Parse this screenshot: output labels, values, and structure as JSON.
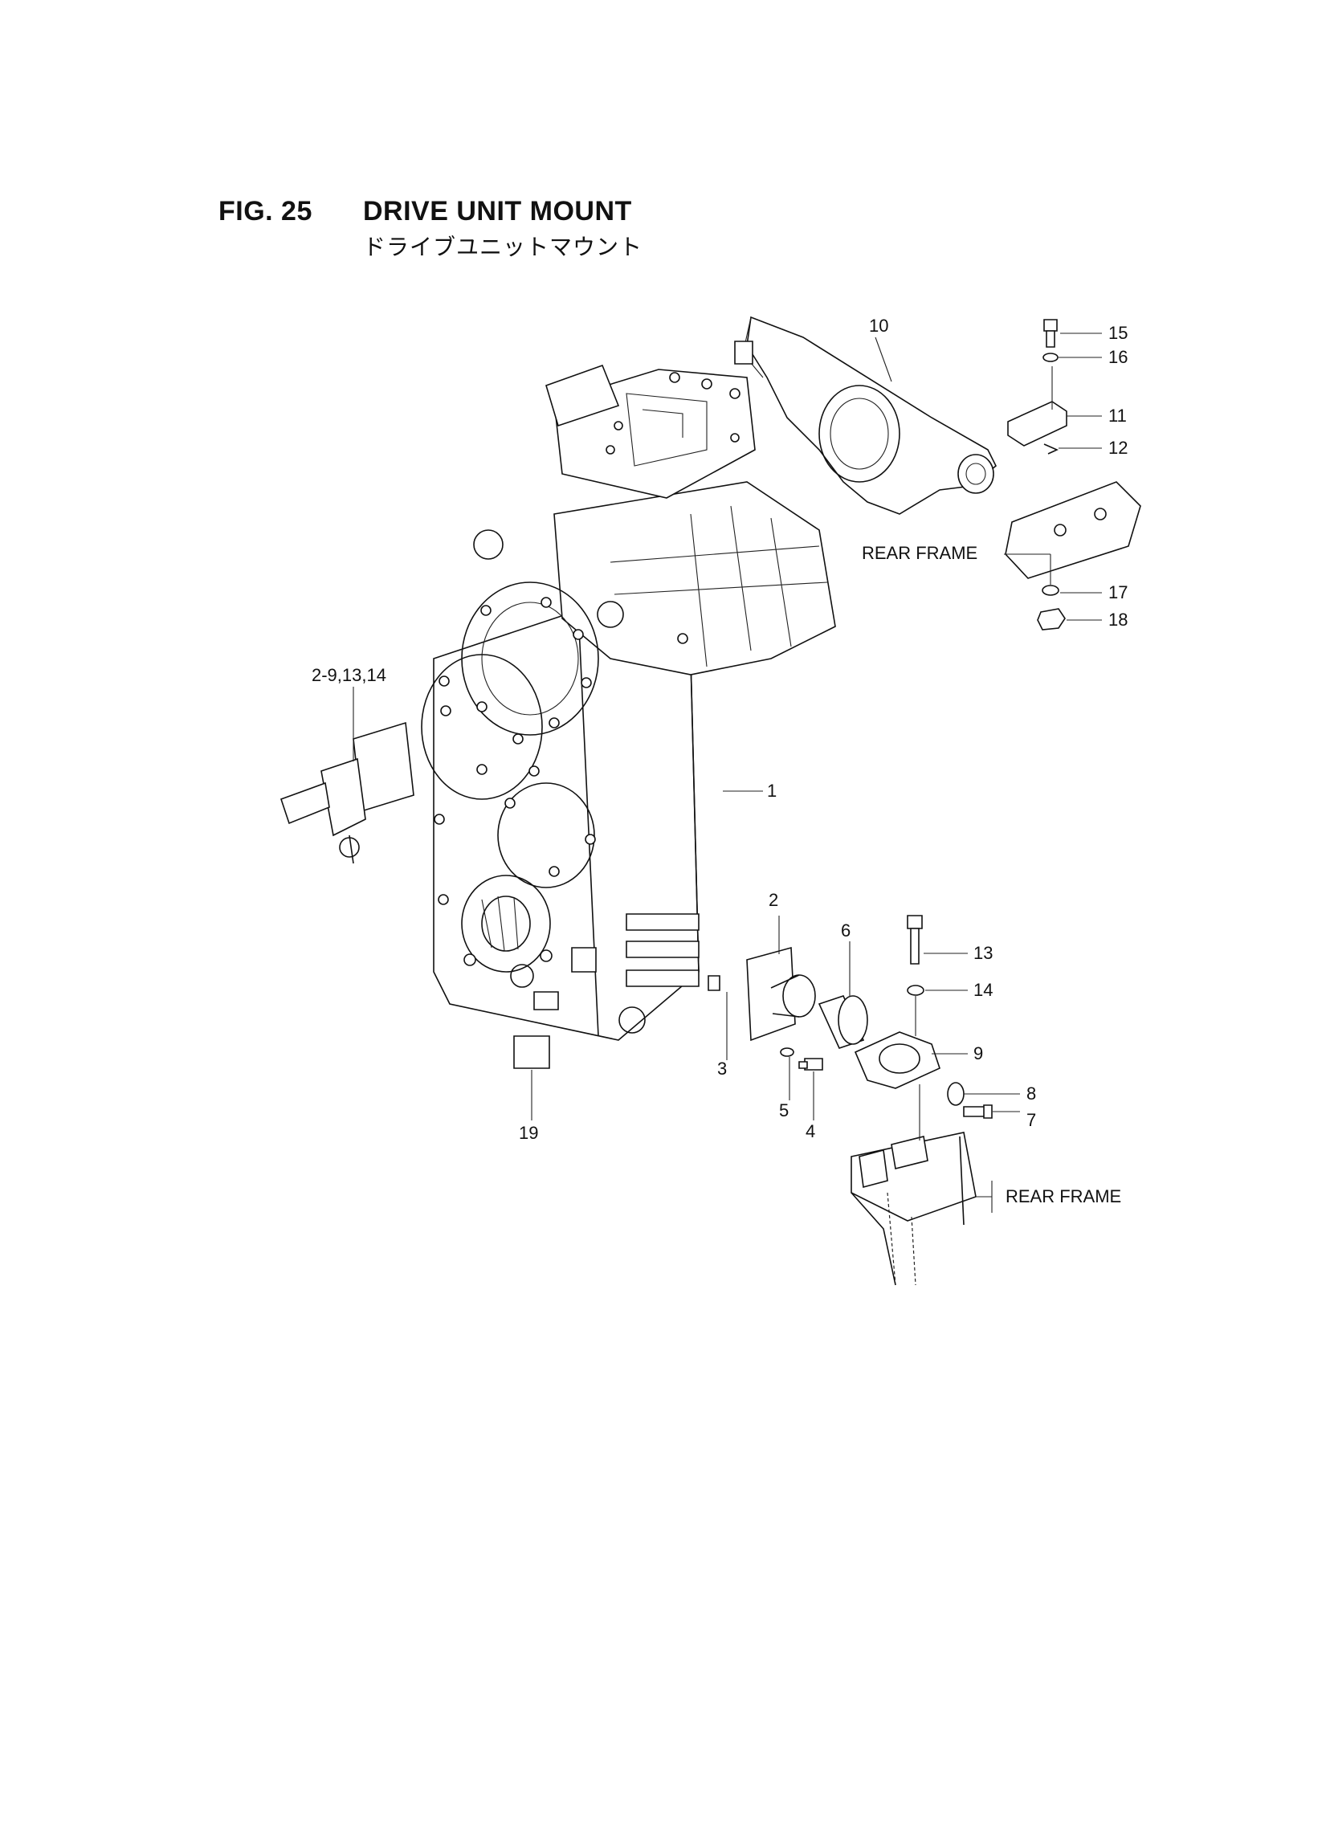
{
  "header": {
    "fig_number": "FIG. 25",
    "title": "DRIVE UNIT MOUNT",
    "subtitle_jp": "ドライブユニットマウント"
  },
  "callouts": {
    "c1": "1",
    "c2": "2",
    "c3": "3",
    "c4": "4",
    "c5": "5",
    "c6": "6",
    "c7": "7",
    "c8": "8",
    "c9": "9",
    "c10": "10",
    "c11": "11",
    "c12": "12",
    "c13": "13",
    "c14": "14",
    "c15": "15",
    "c16": "16",
    "c17": "17",
    "c18": "18",
    "c19": "19",
    "assembly_ref": "2-9,13,14",
    "rear_frame_top": "REAR FRAME",
    "rear_frame_bottom": "REAR FRAME"
  }
}
